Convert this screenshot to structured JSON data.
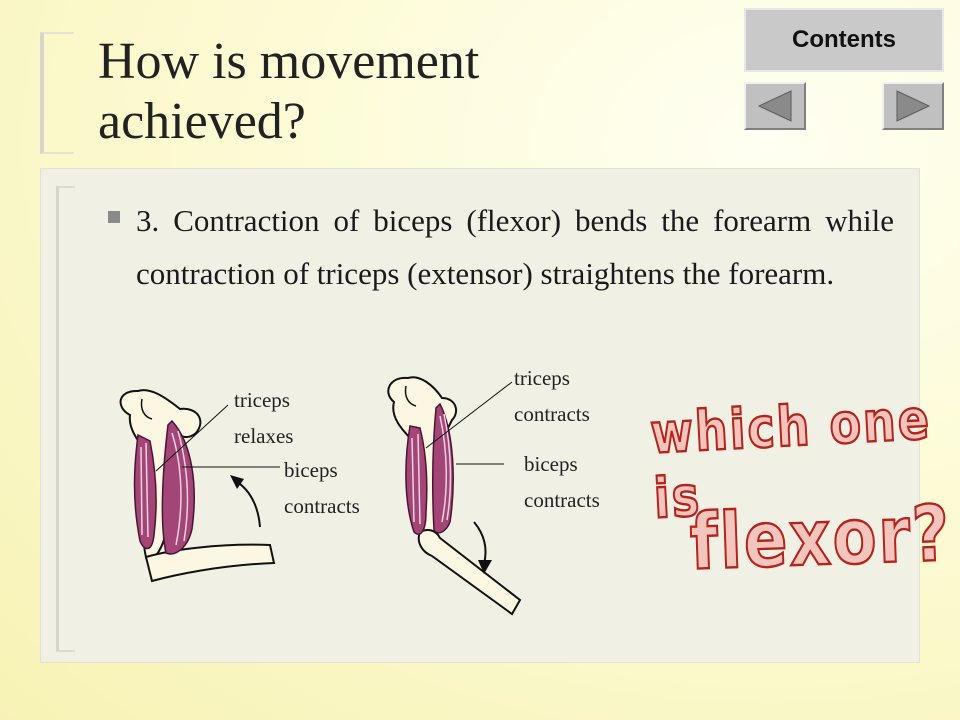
{
  "nav": {
    "contents_label": "Contents",
    "prev_icon": "triangle-left-icon",
    "next_icon": "triangle-right-icon"
  },
  "slide": {
    "title": "How is movement achieved?",
    "body": "3. Contraction of biceps (flexor) bends the forearm while contraction of triceps (extensor) straightens the forearm.",
    "diagram_left": {
      "triceps_line1": "triceps",
      "triceps_line2": "relaxes",
      "biceps_line1": "biceps",
      "biceps_line2": "contracts"
    },
    "diagram_right": {
      "triceps_line1": "triceps",
      "triceps_line2": "contracts",
      "biceps_line1": "biceps",
      "biceps_line2": "contracts"
    },
    "question_line1": "which one is",
    "question_line2": "flexor?"
  },
  "colors": {
    "muscle": "#a34577",
    "bone": "#fbf7e2",
    "wordart_fill": "#f3c5bd",
    "wordart_stroke": "#b6231c"
  }
}
